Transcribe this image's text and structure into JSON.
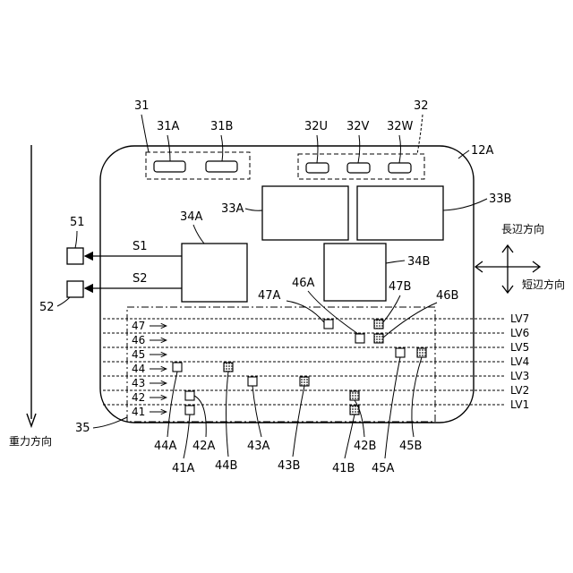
{
  "labels": {
    "l31": "31",
    "l31A": "31A",
    "l31B": "31B",
    "l32": "32",
    "l32U": "32U",
    "l32V": "32V",
    "l32W": "32W",
    "l12A": "12A",
    "l33A": "33A",
    "l33B": "33B",
    "l34A": "34A",
    "l34B": "34B",
    "l35": "35",
    "l51": "51",
    "l52": "52",
    "s1": "S1",
    "s2": "S2",
    "l46A": "46A",
    "l47A": "47A",
    "l47B": "47B",
    "l46B": "46B",
    "r47": "47",
    "r46": "46",
    "r45": "45",
    "r44": "44",
    "r43": "43",
    "r42": "42",
    "r41": "41",
    "lv7": "LV7",
    "lv6": "LV6",
    "lv5": "LV5",
    "lv4": "LV4",
    "lv3": "LV3",
    "lv2": "LV2",
    "lv1": "LV1",
    "b44A": "44A",
    "b42A": "42A",
    "b41A": "41A",
    "b44B": "44B",
    "b43A": "43A",
    "b43B": "43B",
    "b42B": "42B",
    "b41B": "41B",
    "b45A": "45A",
    "b45B": "45B"
  },
  "text": {
    "gravity": "重力方向",
    "long_side": "長辺方向",
    "short_side": "短辺方向"
  },
  "colors": {
    "line": "#000000",
    "hatch_fill": "#8a8a8a"
  }
}
